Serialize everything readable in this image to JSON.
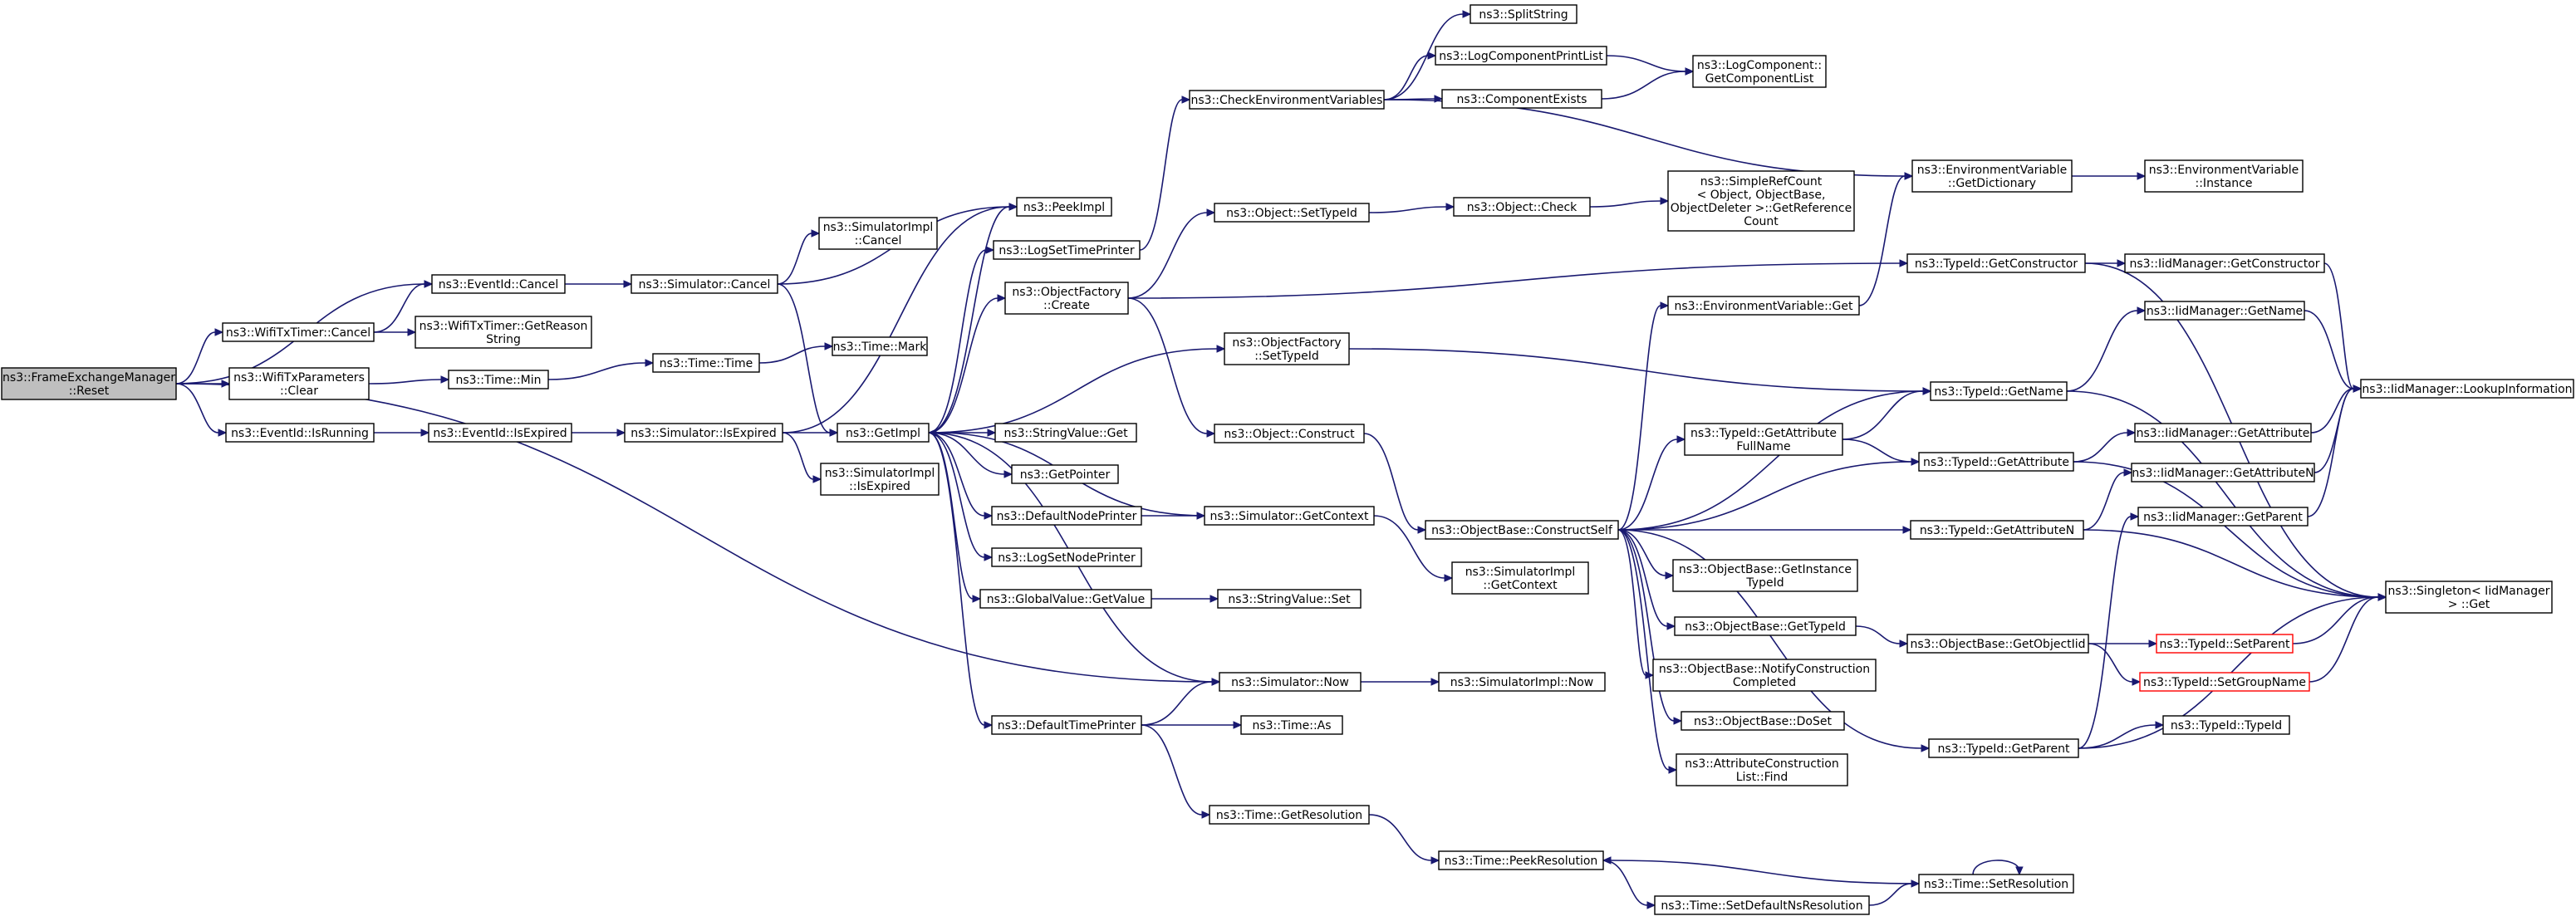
{
  "colors": {
    "edge": "#191970",
    "node_border": "#000000",
    "node_border_incomplete": "#ff0000",
    "root_fill": "#bfbfbf",
    "node_fill": "#ffffff"
  },
  "nodes": [
    {
      "id": "reset",
      "lines": [
        "ns3::FrameExchangeManager",
        "::Reset"
      ],
      "root": true
    },
    {
      "id": "eventid_cancel",
      "lines": [
        "ns3::EventId::Cancel"
      ]
    },
    {
      "id": "wifitxtimer_cancel",
      "lines": [
        "ns3::WifiTxTimer::Cancel"
      ]
    },
    {
      "id": "wifitxparams_clear",
      "lines": [
        "ns3::WifiTxParameters",
        "::Clear"
      ]
    },
    {
      "id": "eventid_isrunning",
      "lines": [
        "ns3::EventId::IsRunning"
      ]
    },
    {
      "id": "wifitxtimer_getreason",
      "lines": [
        "ns3::WifiTxTimer::GetReason",
        "String"
      ]
    },
    {
      "id": "time_min",
      "lines": [
        "ns3::Time::Min"
      ]
    },
    {
      "id": "eventid_isexpired",
      "lines": [
        "ns3::EventId::IsExpired"
      ]
    },
    {
      "id": "sim_cancel",
      "lines": [
        "ns3::Simulator::Cancel"
      ]
    },
    {
      "id": "time_time",
      "lines": [
        "ns3::Time::Time"
      ]
    },
    {
      "id": "sim_isexpired",
      "lines": [
        "ns3::Simulator::IsExpired"
      ]
    },
    {
      "id": "simimpl_cancel",
      "lines": [
        "ns3::SimulatorImpl",
        "::Cancel"
      ]
    },
    {
      "id": "time_mark",
      "lines": [
        "ns3::Time::Mark"
      ]
    },
    {
      "id": "getimpl",
      "lines": [
        "ns3::GetImpl"
      ]
    },
    {
      "id": "simimpl_isexpired",
      "lines": [
        "ns3::SimulatorImpl",
        "::IsExpired"
      ]
    },
    {
      "id": "peekimpl",
      "lines": [
        "ns3::PeekImpl"
      ]
    },
    {
      "id": "logsettimeprinter",
      "lines": [
        "ns3::LogSetTimePrinter"
      ]
    },
    {
      "id": "objfactory_create",
      "lines": [
        "ns3::ObjectFactory",
        "::Create"
      ]
    },
    {
      "id": "stringvalue_get",
      "lines": [
        "ns3::StringValue::Get"
      ]
    },
    {
      "id": "getpointer",
      "lines": [
        "ns3::GetPointer"
      ]
    },
    {
      "id": "defaultnodeprinter",
      "lines": [
        "ns3::DefaultNodePrinter"
      ]
    },
    {
      "id": "logsetnodeprinter",
      "lines": [
        "ns3::LogSetNodePrinter"
      ]
    },
    {
      "id": "globalvalue_getvalue",
      "lines": [
        "ns3::GlobalValue::GetValue"
      ]
    },
    {
      "id": "defaulttimeprinter",
      "lines": [
        "ns3::DefaultTimePrinter"
      ]
    },
    {
      "id": "checkenvvars",
      "lines": [
        "ns3::CheckEnvironmentVariables"
      ]
    },
    {
      "id": "object_settypeid",
      "lines": [
        "ns3::Object::SetTypeId"
      ]
    },
    {
      "id": "objfactory_settypeid",
      "lines": [
        "ns3::ObjectFactory",
        "::SetTypeId"
      ]
    },
    {
      "id": "object_construct",
      "lines": [
        "ns3::Object::Construct"
      ]
    },
    {
      "id": "sim_getcontext",
      "lines": [
        "ns3::Simulator::GetContext"
      ]
    },
    {
      "id": "stringvalue_set",
      "lines": [
        "ns3::StringValue::Set"
      ]
    },
    {
      "id": "sim_now",
      "lines": [
        "ns3::Simulator::Now"
      ]
    },
    {
      "id": "time_as",
      "lines": [
        "ns3::Time::As"
      ]
    },
    {
      "id": "time_getresolution",
      "lines": [
        "ns3::Time::GetResolution"
      ]
    },
    {
      "id": "splitstring",
      "lines": [
        "ns3::SplitString"
      ]
    },
    {
      "id": "logcomponentprintlist",
      "lines": [
        "ns3::LogComponentPrintList"
      ]
    },
    {
      "id": "componentexists",
      "lines": [
        "ns3::ComponentExists"
      ]
    },
    {
      "id": "object_check",
      "lines": [
        "ns3::Object::Check"
      ]
    },
    {
      "id": "objbase_constructself",
      "lines": [
        "ns3::ObjectBase::ConstructSelf"
      ]
    },
    {
      "id": "simimpl_getcontext",
      "lines": [
        "ns3::SimulatorImpl",
        "::GetContext"
      ]
    },
    {
      "id": "simimpl_now",
      "lines": [
        "ns3::SimulatorImpl::Now"
      ]
    },
    {
      "id": "time_peekresolution",
      "lines": [
        "ns3::Time::PeekResolution"
      ]
    },
    {
      "id": "logcomponent_getlist",
      "lines": [
        "ns3::LogComponent::",
        "GetComponentList"
      ]
    },
    {
      "id": "simplerefcount",
      "lines": [
        "ns3::SimpleRefCount",
        "< Object, ObjectBase,",
        "ObjectDeleter >::GetReference",
        "Count"
      ]
    },
    {
      "id": "envvar_get",
      "lines": [
        "ns3::EnvironmentVariable::Get"
      ]
    },
    {
      "id": "typeid_getattrfullname",
      "lines": [
        "ns3::TypeId::GetAttribute",
        "FullName"
      ]
    },
    {
      "id": "objbase_getinstancetypeid",
      "lines": [
        "ns3::ObjectBase::GetInstance",
        "TypeId"
      ]
    },
    {
      "id": "objbase_gettypeid",
      "lines": [
        "ns3::ObjectBase::GetTypeId"
      ]
    },
    {
      "id": "objbase_notifyconstruction",
      "lines": [
        "ns3::ObjectBase::NotifyConstruction",
        "Completed"
      ]
    },
    {
      "id": "objbase_doset",
      "lines": [
        "ns3::ObjectBase::DoSet"
      ]
    },
    {
      "id": "attrconstructionlist_find",
      "lines": [
        "ns3::AttributeConstruction",
        "List::Find"
      ]
    },
    {
      "id": "time_setdefaultnsres",
      "lines": [
        "ns3::Time::SetDefaultNsResolution"
      ]
    },
    {
      "id": "envvar_getdictionary",
      "lines": [
        "ns3::EnvironmentVariable",
        "::GetDictionary"
      ]
    },
    {
      "id": "typeid_getconstructor",
      "lines": [
        "ns3::TypeId::GetConstructor"
      ]
    },
    {
      "id": "typeid_getname",
      "lines": [
        "ns3::TypeId::GetName"
      ]
    },
    {
      "id": "typeid_getattribute",
      "lines": [
        "ns3::TypeId::GetAttribute"
      ]
    },
    {
      "id": "typeid_getattributen",
      "lines": [
        "ns3::TypeId::GetAttributeN"
      ]
    },
    {
      "id": "objbase_getobjectiid",
      "lines": [
        "ns3::ObjectBase::GetObjectIid"
      ]
    },
    {
      "id": "typeid_getparent",
      "lines": [
        "ns3::TypeId::GetParent"
      ]
    },
    {
      "id": "time_setresolution",
      "lines": [
        "ns3::Time::SetResolution"
      ]
    },
    {
      "id": "envvar_instance",
      "lines": [
        "ns3::EnvironmentVariable",
        "::Instance"
      ]
    },
    {
      "id": "iidmgr_getconstructor",
      "lines": [
        "ns3::IidManager::GetConstructor"
      ]
    },
    {
      "id": "iidmgr_getname",
      "lines": [
        "ns3::IidManager::GetName"
      ]
    },
    {
      "id": "iidmgr_getattribute",
      "lines": [
        "ns3::IidManager::GetAttribute"
      ]
    },
    {
      "id": "iidmgr_getattributen",
      "lines": [
        "ns3::IidManager::GetAttributeN"
      ]
    },
    {
      "id": "iidmgr_getparent",
      "lines": [
        "ns3::IidManager::GetParent"
      ]
    },
    {
      "id": "typeid_setparent",
      "lines": [
        "ns3::TypeId::SetParent"
      ],
      "incomplete": true
    },
    {
      "id": "typeid_setgroupname",
      "lines": [
        "ns3::TypeId::SetGroupName"
      ],
      "incomplete": true
    },
    {
      "id": "typeid_typeid",
      "lines": [
        "ns3::TypeId::TypeId"
      ]
    },
    {
      "id": "iidmgr_lookupinfo",
      "lines": [
        "ns3::IidManager::LookupInformation"
      ]
    },
    {
      "id": "singleton_get",
      "lines": [
        "ns3::Singleton< IidManager",
        "> ::Get"
      ]
    }
  ],
  "edges": [
    [
      "reset",
      "eventid_cancel"
    ],
    [
      "reset",
      "wifitxtimer_cancel"
    ],
    [
      "reset",
      "wifitxparams_clear"
    ],
    [
      "reset",
      "eventid_isrunning"
    ],
    [
      "reset",
      "sim_now"
    ],
    [
      "wifitxtimer_cancel",
      "eventid_cancel"
    ],
    [
      "wifitxtimer_cancel",
      "wifitxtimer_getreason"
    ],
    [
      "wifitxparams_clear",
      "time_min"
    ],
    [
      "eventid_isrunning",
      "eventid_isexpired"
    ],
    [
      "eventid_cancel",
      "sim_cancel"
    ],
    [
      "eventid_isexpired",
      "sim_isexpired"
    ],
    [
      "time_min",
      "time_time"
    ],
    [
      "time_time",
      "time_mark"
    ],
    [
      "sim_cancel",
      "simimpl_cancel"
    ],
    [
      "sim_cancel",
      "peekimpl"
    ],
    [
      "sim_cancel",
      "getimpl"
    ],
    [
      "sim_isexpired",
      "getimpl"
    ],
    [
      "sim_isexpired",
      "simimpl_isexpired"
    ],
    [
      "sim_isexpired",
      "peekimpl"
    ],
    [
      "getimpl",
      "peekimpl"
    ],
    [
      "getimpl",
      "logsettimeprinter"
    ],
    [
      "getimpl",
      "objfactory_create"
    ],
    [
      "getimpl",
      "objfactory_settypeid"
    ],
    [
      "getimpl",
      "stringvalue_get"
    ],
    [
      "getimpl",
      "getpointer"
    ],
    [
      "getimpl",
      "defaultnodeprinter"
    ],
    [
      "getimpl",
      "logsetnodeprinter"
    ],
    [
      "getimpl",
      "globalvalue_getvalue"
    ],
    [
      "getimpl",
      "defaulttimeprinter"
    ],
    [
      "getimpl",
      "sim_now"
    ],
    [
      "logsettimeprinter",
      "checkenvvars"
    ],
    [
      "objfactory_create",
      "object_settypeid"
    ],
    [
      "objfactory_create",
      "object_construct"
    ],
    [
      "objfactory_create",
      "typeid_getconstructor"
    ],
    [
      "objfactory_settypeid",
      "typeid_getname"
    ],
    [
      "defaultnodeprinter",
      "sim_getcontext"
    ],
    [
      "sim_getcontext",
      "getimpl"
    ],
    [
      "sim_getcontext",
      "simimpl_getcontext"
    ],
    [
      "globalvalue_getvalue",
      "stringvalue_set"
    ],
    [
      "defaulttimeprinter",
      "sim_now"
    ],
    [
      "defaulttimeprinter",
      "time_as"
    ],
    [
      "defaulttimeprinter",
      "time_getresolution"
    ],
    [
      "sim_now",
      "simimpl_now"
    ],
    [
      "checkenvvars",
      "splitstring"
    ],
    [
      "checkenvvars",
      "logcomponentprintlist"
    ],
    [
      "checkenvvars",
      "componentexists"
    ],
    [
      "checkenvvars",
      "envvar_getdictionary"
    ],
    [
      "logcomponentprintlist",
      "logcomponent_getlist"
    ],
    [
      "componentexists",
      "logcomponent_getlist"
    ],
    [
      "object_settypeid",
      "object_check"
    ],
    [
      "object_check",
      "simplerefcount"
    ],
    [
      "object_construct",
      "objbase_constructself"
    ],
    [
      "time_getresolution",
      "time_peekresolution"
    ],
    [
      "objbase_constructself",
      "envvar_get"
    ],
    [
      "objbase_constructself",
      "typeid_getattrfullname"
    ],
    [
      "objbase_constructself",
      "typeid_getname"
    ],
    [
      "objbase_constructself",
      "typeid_getattribute"
    ],
    [
      "objbase_constructself",
      "typeid_getattributen"
    ],
    [
      "objbase_constructself",
      "objbase_getinstancetypeid"
    ],
    [
      "objbase_constructself",
      "objbase_gettypeid"
    ],
    [
      "objbase_constructself",
      "objbase_notifyconstruction"
    ],
    [
      "objbase_constructself",
      "objbase_doset"
    ],
    [
      "objbase_constructself",
      "attrconstructionlist_find"
    ],
    [
      "objbase_constructself",
      "typeid_getparent"
    ],
    [
      "envvar_get",
      "envvar_getdictionary"
    ],
    [
      "typeid_getattrfullname",
      "typeid_getname"
    ],
    [
      "typeid_getattrfullname",
      "typeid_getattribute"
    ],
    [
      "objbase_gettypeid",
      "objbase_getobjectiid"
    ],
    [
      "time_peekresolution",
      "time_setdefaultnsres"
    ],
    [
      "time_setdefaultnsres",
      "time_setresolution"
    ],
    [
      "time_setresolution",
      "time_peekresolution"
    ],
    [
      "time_setresolution",
      "time_setresolution"
    ],
    [
      "envvar_getdictionary",
      "envvar_instance"
    ],
    [
      "typeid_getconstructor",
      "iidmgr_getconstructor"
    ],
    [
      "typeid_getconstructor",
      "singleton_get"
    ],
    [
      "typeid_getname",
      "iidmgr_getname"
    ],
    [
      "typeid_getname",
      "singleton_get"
    ],
    [
      "typeid_getattribute",
      "iidmgr_getattribute"
    ],
    [
      "typeid_getattribute",
      "singleton_get"
    ],
    [
      "typeid_getattributen",
      "iidmgr_getattributen"
    ],
    [
      "typeid_getattributen",
      "singleton_get"
    ],
    [
      "objbase_getobjectiid",
      "typeid_setparent"
    ],
    [
      "objbase_getobjectiid",
      "typeid_setgroupname"
    ],
    [
      "typeid_getparent",
      "iidmgr_getparent"
    ],
    [
      "typeid_getparent",
      "typeid_typeid"
    ],
    [
      "typeid_getparent",
      "singleton_get"
    ],
    [
      "iidmgr_getconstructor",
      "iidmgr_lookupinfo"
    ],
    [
      "iidmgr_getname",
      "iidmgr_lookupinfo"
    ],
    [
      "iidmgr_getattribute",
      "iidmgr_lookupinfo"
    ],
    [
      "iidmgr_getattributen",
      "iidmgr_lookupinfo"
    ],
    [
      "iidmgr_getparent",
      "iidmgr_lookupinfo"
    ],
    [
      "typeid_setparent",
      "singleton_get"
    ],
    [
      "typeid_setgroupname",
      "singleton_get"
    ]
  ]
}
